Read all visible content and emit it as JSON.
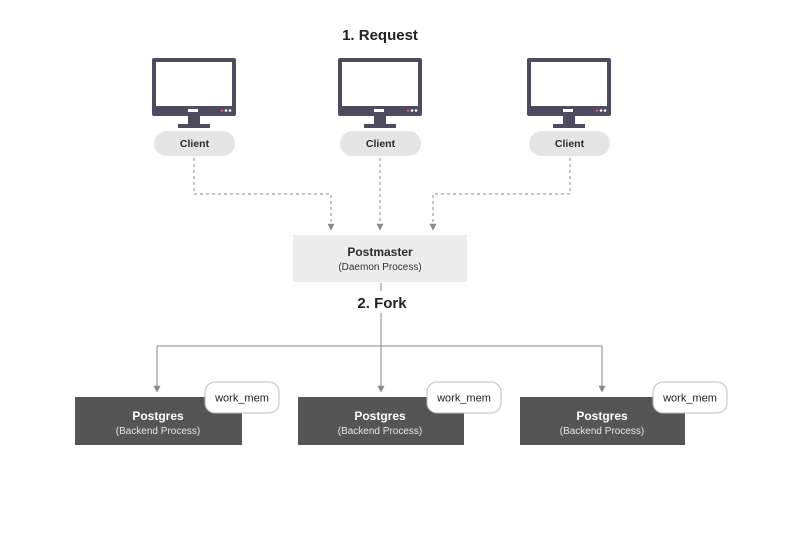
{
  "titles": {
    "request": "1. Request",
    "fork": "2. Fork"
  },
  "clients": [
    {
      "label": "Client"
    },
    {
      "label": "Client"
    },
    {
      "label": "Client"
    }
  ],
  "postmaster": {
    "title": "Postmaster",
    "subtitle": "(Daemon Process)"
  },
  "backends": [
    {
      "title": "Postgres",
      "subtitle": "(Backend Process)",
      "memory_label": "work_mem"
    },
    {
      "title": "Postgres",
      "subtitle": "(Backend Process)",
      "memory_label": "work_mem"
    },
    {
      "title": "Postgres",
      "subtitle": "(Backend Process)",
      "memory_label": "work_mem"
    }
  ],
  "colors": {
    "monitor": "#4e4b61",
    "monitor_screen": "#ffffff",
    "monitor_led": "#e0506a",
    "client_pill": "#e5e5e5",
    "postmaster_box": "#ececec",
    "backend_box": "#555555",
    "connector": "#8a8a8a"
  },
  "icons": {
    "client": "desktop-monitor-icon"
  }
}
